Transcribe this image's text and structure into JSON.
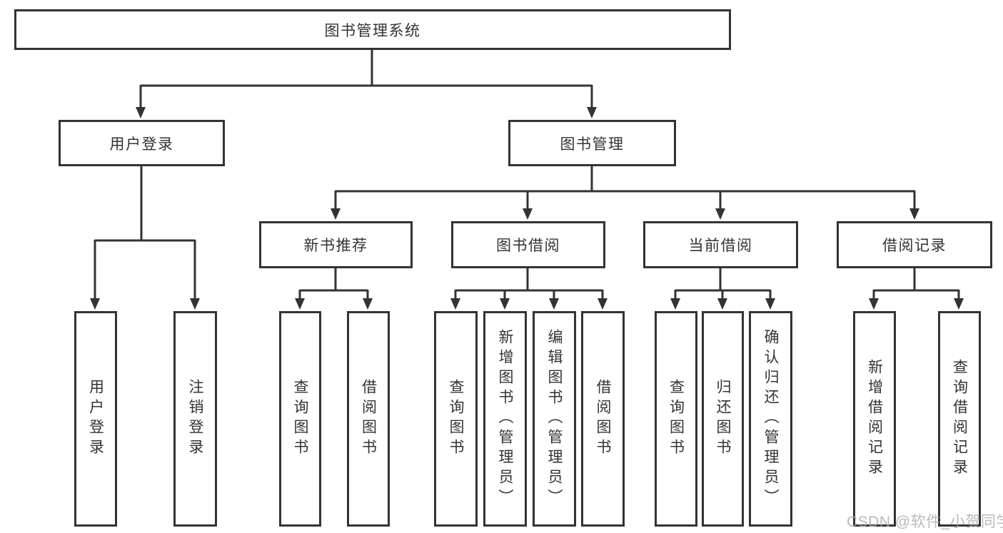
{
  "colors": {
    "line": "#333333",
    "text": "#333333",
    "background": "#ffffff",
    "watermark": "#a9a9a9"
  },
  "watermark": {
    "text": "CSDN @软件_小贺同学"
  },
  "tree": {
    "root": {
      "label": "图书管理系统"
    },
    "branches": [
      {
        "label": "用户登录",
        "children": [
          {
            "label": "用户登录"
          },
          {
            "label": "注销登录"
          }
        ]
      },
      {
        "label": "图书管理",
        "children": [
          {
            "label": "新书推荐",
            "children": [
              {
                "label": "查询图书"
              },
              {
                "label": "借阅图书"
              }
            ]
          },
          {
            "label": "图书借阅",
            "children": [
              {
                "label": "查询图书"
              },
              {
                "label": "新增图书（管理员）"
              },
              {
                "label": "编辑图书（管理员）"
              },
              {
                "label": "借阅图书"
              }
            ]
          },
          {
            "label": "当前借阅",
            "children": [
              {
                "label": "查询图书"
              },
              {
                "label": "归还图书"
              },
              {
                "label": "确认归还（管理员）"
              }
            ]
          },
          {
            "label": "借阅记录",
            "children": [
              {
                "label": "新增借阅记录"
              },
              {
                "label": "查询借阅记录"
              }
            ]
          }
        ]
      }
    ]
  }
}
